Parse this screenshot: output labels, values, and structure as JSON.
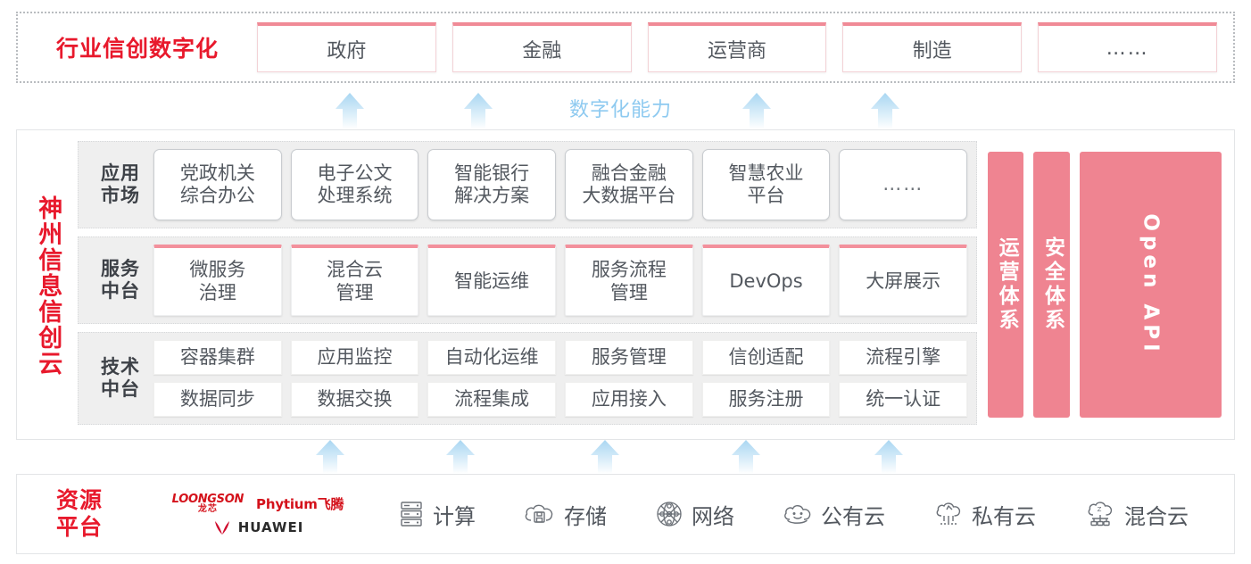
{
  "industry": {
    "title": "行业信创数字化",
    "cards": [
      {
        "label": "政府"
      },
      {
        "label": "金融"
      },
      {
        "label": "运营商"
      },
      {
        "label": "制造"
      },
      {
        "label": "……"
      }
    ]
  },
  "capability": {
    "label": "数字化能力",
    "arrow_count_top": 4,
    "arrow_count_bottom": 5,
    "arrow_color": "#bfe0f5"
  },
  "cloud": {
    "title": "神州信息信创云",
    "tiers": [
      {
        "label": "应用\n市场",
        "label_line1": "应用",
        "label_line2": "市场",
        "cards": [
          {
            "line1": "党政机关",
            "line2": "综合办公"
          },
          {
            "line1": "电子公文",
            "line2": "处理系统"
          },
          {
            "line1": "智能银行",
            "line2": "解决方案"
          },
          {
            "line1": "融合金融",
            "line2": "大数据平台"
          },
          {
            "line1": "智慧农业",
            "line2": "平台"
          },
          {
            "line1": "……",
            "line2": ""
          }
        ]
      },
      {
        "label_line1": "服务",
        "label_line2": "中台",
        "cards": [
          {
            "line1": "微服务",
            "line2": "治理"
          },
          {
            "line1": "混合云",
            "line2": "管理"
          },
          {
            "line1": "智能运维",
            "line2": ""
          },
          {
            "line1": "服务流程",
            "line2": "管理"
          },
          {
            "line1": "DevOps",
            "line2": ""
          },
          {
            "line1": "大屏展示",
            "line2": ""
          }
        ]
      },
      {
        "label_line1": "技术",
        "label_line2": "中台",
        "row1": [
          {
            "label": "容器集群"
          },
          {
            "label": "应用监控"
          },
          {
            "label": "自动化运维"
          },
          {
            "label": "服务管理"
          },
          {
            "label": "信创适配"
          },
          {
            "label": "流程引擎"
          }
        ],
        "row2": [
          {
            "label": "数据同步"
          },
          {
            "label": "数据交换"
          },
          {
            "label": "流程集成"
          },
          {
            "label": "应用接入"
          },
          {
            "label": "服务注册"
          },
          {
            "label": "统一认证"
          }
        ]
      }
    ],
    "pillars": [
      {
        "label": "运营体系",
        "type": "cn"
      },
      {
        "label": "安全体系",
        "type": "cn"
      },
      {
        "label": "Open API",
        "type": "en"
      }
    ],
    "pillar_color": "#ef8491"
  },
  "resource": {
    "title_line1": "资源",
    "title_line2": "平台",
    "vendors": [
      {
        "name_en": "LOONGSON",
        "name_cn": "龙芯"
      },
      {
        "name": "Phytium飞腾"
      },
      {
        "name": "HUAWEI"
      }
    ],
    "items": [
      {
        "label": "计算",
        "icon": "server-rack-icon"
      },
      {
        "label": "存储",
        "icon": "cloud-storage-icon"
      },
      {
        "label": "网络",
        "icon": "network-mesh-icon"
      },
      {
        "label": "公有云",
        "icon": "public-cloud-icon"
      },
      {
        "label": "私有云",
        "icon": "private-cloud-icon"
      },
      {
        "label": "混合云",
        "icon": "hybrid-cloud-icon"
      }
    ]
  },
  "colors": {
    "brand_red": "#e8192c",
    "pink": "#ef8491",
    "arrow_blue": "#bfe0f5",
    "tier_bg": "#efefef"
  }
}
